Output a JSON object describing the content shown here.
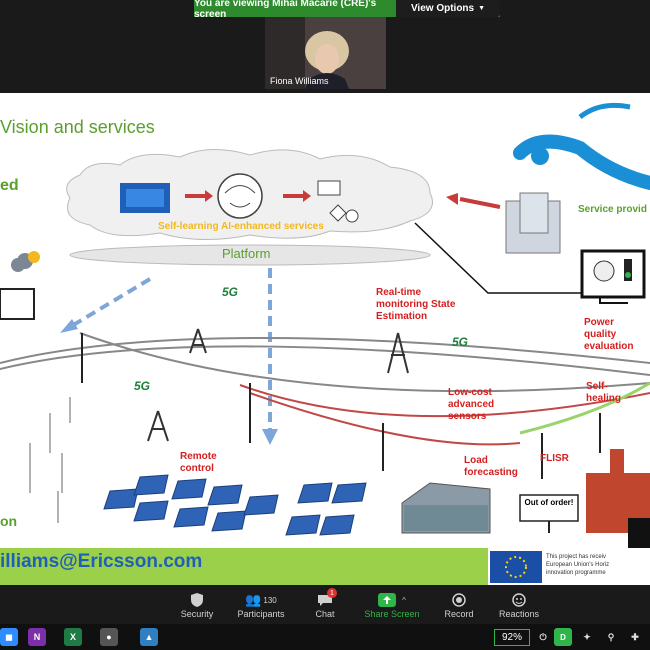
{
  "banner": {
    "message": "You are viewing Mihai Macarie (CRE)'s screen",
    "options_label": "View Options"
  },
  "participant": {
    "name": "Fiona Williams"
  },
  "slide": {
    "title": "Vision and services",
    "left_word_top": "ed",
    "left_word_bottom": "on",
    "cloud_caption": "Self-learning AI-enhanced services",
    "platform": "Platform",
    "service_provider": "Service provid",
    "realtime": "Real-time monitoring State Estimation",
    "power_quality": "Power quality evaluation",
    "self_healing": "Self-healing",
    "lowcost": "Low-cost advanced sensors",
    "remote_control": "Remote control",
    "load_forecasting": "Load forecasting",
    "flisr": "FLISR",
    "out_of_order": "Out of order!",
    "fiveg": "5G",
    "email": "illiams@Ericsson.com",
    "eu_text_1": "This project has receiv",
    "eu_text_2": "European Union's Horiz",
    "eu_text_3": "innovation programme"
  },
  "toolbar": {
    "security": "Security",
    "participants": "Participants",
    "participants_count": "130",
    "chat": "Chat",
    "chat_badge": "1",
    "share": "Share Screen",
    "record": "Record",
    "reactions": "Reactions"
  },
  "taskbar": {
    "battery": "92%"
  },
  "colors": {
    "accent_green": "#5aa02c",
    "label_red": "#d42020",
    "share_green": "#2fb54a",
    "banner_green": "#2d8a2d"
  }
}
